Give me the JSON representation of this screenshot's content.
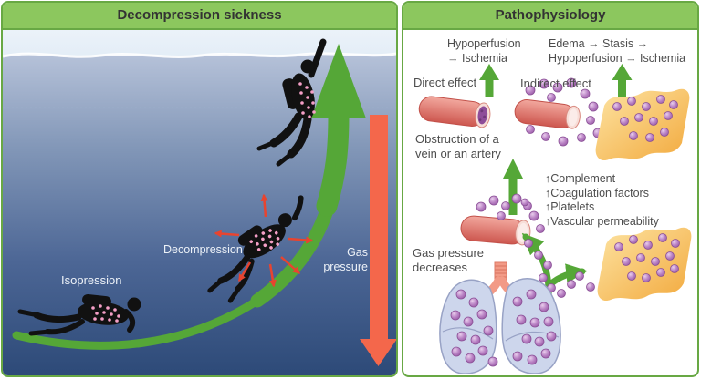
{
  "left_panel": {
    "title": "Decompression sickness",
    "isopression_label": "Isopression",
    "decompression_label": "Decompression",
    "gas_pressure_line1": "Gas",
    "gas_pressure_line2": "pressure"
  },
  "right_panel": {
    "title": "Pathophysiology",
    "direct_outcome_line1": "Hypoperfusion",
    "direct_outcome_line2": "→ Ischemia",
    "indirect_outcome_line1": "Edema → Stasis →",
    "indirect_outcome_line2": "Hypoperfusion → Ischemia",
    "direct_label": "Direct effect",
    "indirect_label": "Indirect effect",
    "obstruction_line1": "Obstruction of a",
    "obstruction_line2": "vein or an artery",
    "cascade_items": [
      "↑Complement",
      "↑Coagulation factors",
      "↑Platelets",
      "↑Vascular permeability"
    ],
    "gas_decrease_line1": "Gas pressure",
    "gas_decrease_line2": "decreases"
  },
  "colors": {
    "header_green": "#8cc75e",
    "panel_border_green": "#68a844",
    "arrow_green": "#55a737",
    "arrow_red_orange": "#f4674b",
    "radiating_red": "#e8442f",
    "bubble_purple": "#bb85c6",
    "vessel_pink": "#e07f76",
    "obstruction_purple": "#8e4d99",
    "tissue_yellow": "#f5c468",
    "lung_blue": "#cdd6ec",
    "trachea_pink": "#f29a86",
    "sea_top": "#b6c2d9",
    "sea_bottom": "#2d4a78",
    "label_white": "#edf2f8",
    "text_gray": "#4d4d4d",
    "diver_black": "#111111"
  }
}
